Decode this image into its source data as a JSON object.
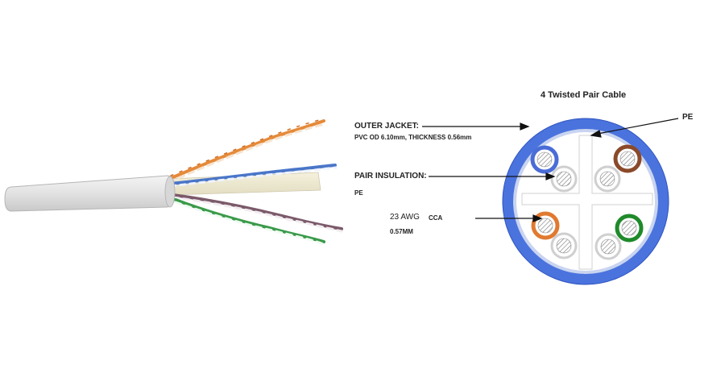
{
  "diagram": {
    "title": "4 Twisted Pair Cable",
    "labels": {
      "outer_jacket": "OUTER JACKET:",
      "outer_jacket_spec": "PVC OD 6.10mm, THICKNESS 0.56mm",
      "pe_top": "PE",
      "pair_insulation": "PAIR INSULATION:",
      "pair_insulation_material": "PE",
      "conductor_gauge": "23 AWG",
      "conductor_material": "CCA",
      "conductor_diameter": "0.57MM"
    },
    "colors": {
      "jacket": "#4a73de",
      "jacket_light": "#c9d4f0",
      "pair_blue": "#4a6cd6",
      "pair_brown": "#8a4a2a",
      "pair_orange": "#e07a30",
      "pair_green": "#1f8a2a",
      "cable_sheath": "#e6e6e6"
    }
  }
}
